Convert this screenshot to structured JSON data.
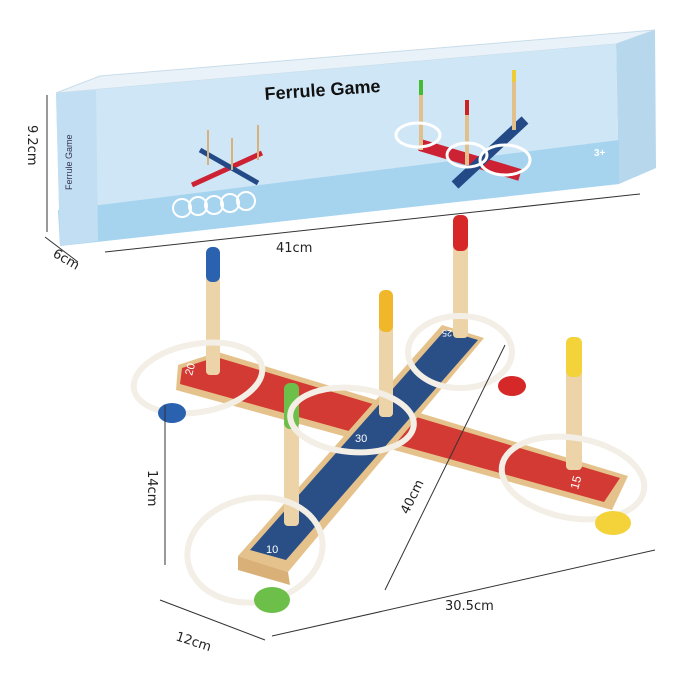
{
  "box": {
    "title": "Ferrule Game",
    "side_label": "Ferrule Game",
    "age_badge": "3+",
    "colors": {
      "face": "#cfe6f6",
      "band": "#a9d6f0",
      "top": "#e8f2fa"
    }
  },
  "dimensions": {
    "box_height": "9.2cm",
    "box_depth": "6cm",
    "box_length": "41cm",
    "game_height": "14cm",
    "game_length": "40cm",
    "game_width": "30.5cm",
    "game_depth": "12cm"
  },
  "board": {
    "numbers": [
      "20",
      "30",
      "10",
      "15",
      "25"
    ],
    "colors": {
      "red": "#d23a33",
      "blue": "#2a4f86",
      "wood": "#e9c98f"
    }
  },
  "peg_colors": [
    "#2a62b0",
    "#f0b72a",
    "#d62828",
    "#6cc04a",
    "#f3d23a"
  ]
}
